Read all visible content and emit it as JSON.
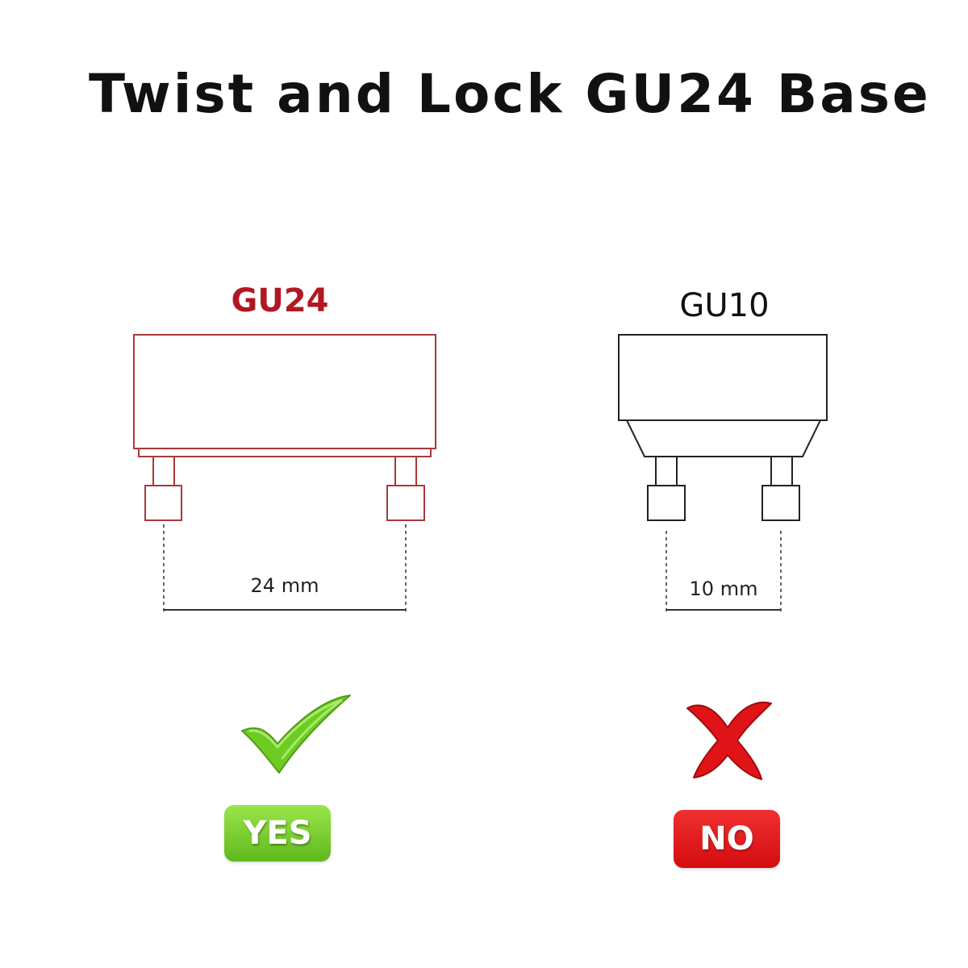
{
  "title": "Twist and Lock GU24 Base",
  "left": {
    "label": "GU24",
    "dimension": "24 mm",
    "verdict": "YES",
    "verdict_icon": "check-icon",
    "color": "#b01822"
  },
  "right": {
    "label": "GU10",
    "dimension": "10 mm",
    "verdict": "NO",
    "verdict_icon": "cross-icon",
    "color": "#111111"
  },
  "colors": {
    "yes": "#6ccc22",
    "no": "#e01418"
  }
}
